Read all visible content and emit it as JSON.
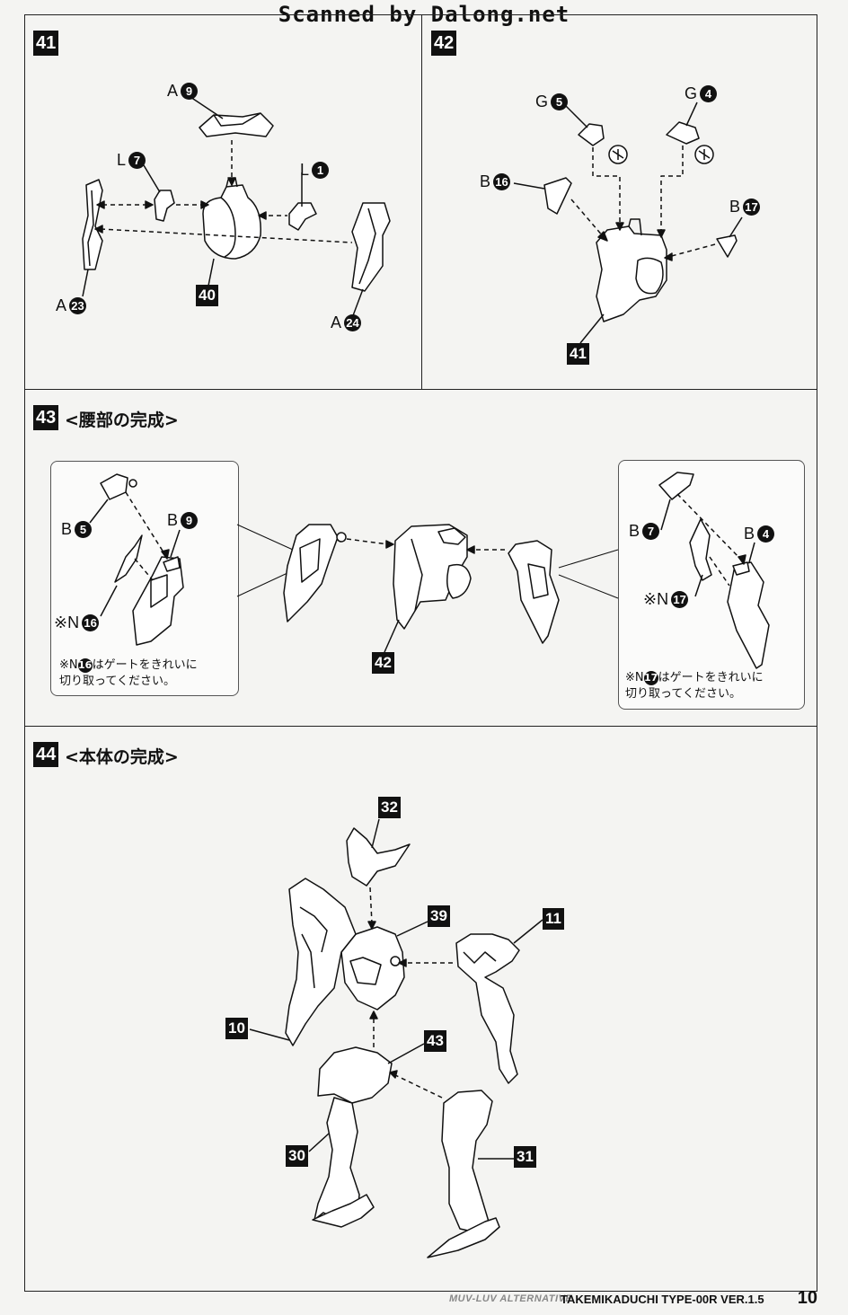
{
  "watermark": "Scanned by Dalong.net",
  "steps": {
    "s41": {
      "num": "41"
    },
    "s42": {
      "num": "42"
    },
    "s43": {
      "num": "43",
      "title": "<腰部の完成>"
    },
    "s44": {
      "num": "44",
      "title": "<本体の完成>"
    }
  },
  "parts41": {
    "a9": {
      "letter": "A",
      "num": "9"
    },
    "l7": {
      "letter": "L",
      "num": "7"
    },
    "l1": {
      "letter": "L",
      "num": "1"
    },
    "a23": {
      "letter": "A",
      "num": "23"
    },
    "a24": {
      "letter": "A",
      "num": "24"
    },
    "assembly": "40"
  },
  "parts42": {
    "g5": {
      "letter": "G",
      "num": "5"
    },
    "g4": {
      "letter": "G",
      "num": "4"
    },
    "b16": {
      "letter": "B",
      "num": "16"
    },
    "b17": {
      "letter": "B",
      "num": "17"
    },
    "assembly": "41"
  },
  "parts43": {
    "left": {
      "b5": {
        "letter": "B",
        "num": "5"
      },
      "b9": {
        "letter": "B",
        "num": "9"
      },
      "n16": {
        "letter": "※N",
        "num": "16"
      },
      "note_a": "※N",
      "note_num": "16",
      "note_b": "はゲートをきれいに",
      "note_c": "切り取ってください。"
    },
    "right": {
      "b7": {
        "letter": "B",
        "num": "7"
      },
      "b4": {
        "letter": "B",
        "num": "4"
      },
      "n17": {
        "letter": "※N",
        "num": "17"
      },
      "note_a": "※N",
      "note_num": "17",
      "note_b": "はゲートをきれいに",
      "note_c": "切り取ってください。"
    },
    "assembly": "42"
  },
  "parts44": {
    "t32": "32",
    "t39": "39",
    "t11": "11",
    "t10": "10",
    "t43": "43",
    "t30": "30",
    "t31": "31"
  },
  "footer": {
    "series": "MUV-LUV ALTERNATIVE",
    "product": "TAKEMIKADUCHI TYPE-00R VER.1.5",
    "page": "10"
  }
}
